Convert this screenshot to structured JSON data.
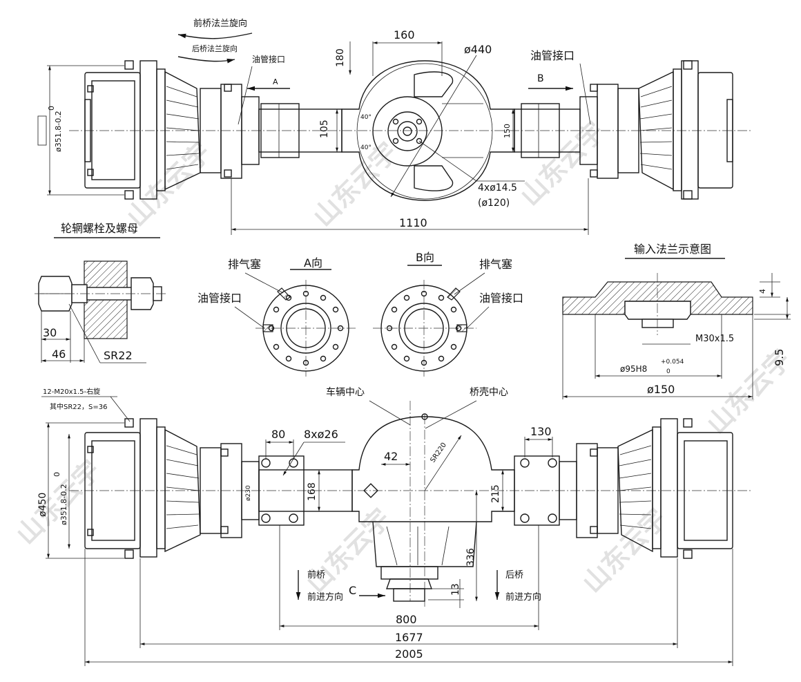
{
  "labels": {
    "front_flange_rotation": "前桥法兰旋向",
    "rear_flange_rotation": "后桥法兰旋向",
    "oil_port": "油管接口",
    "oil_port_right": "油管接口",
    "arrow_a": "A",
    "arrow_b": "B",
    "wheel_bolt_title": "轮辋螺栓及螺母",
    "view_a": "A向",
    "view_b": "B向",
    "breather_a": "排气塞",
    "breather_b": "排气塞",
    "oil_port_a": "油管接口",
    "oil_port_b": "油管接口",
    "input_flange_title": "输入法兰示意图",
    "bolt_spec_1": "12-M20x1.5-右旋",
    "bolt_spec_2": "其中SR22，S=36",
    "vehicle_center": "车辆中心",
    "housing_center": "桥壳中心",
    "front_axle": "前桥",
    "front_direction": "前进方向",
    "rear_axle": "后桥",
    "rear_direction": "前进方向",
    "view_c": "C"
  },
  "dimensions": {
    "d160": "160",
    "d440": "ø440",
    "d180": "180",
    "d105": "105",
    "d150_top": "150",
    "angle_40a": "40°",
    "angle_40b": "40°",
    "holes_4x": "4xø14.5",
    "pcd_120": "(ø120)",
    "d1110": "1110",
    "d3518_top": "ø351.8-0.2",
    "d0_top": "0",
    "d30": "30",
    "d46": "46",
    "sr22": "SR22",
    "d4": "4",
    "m30": "M30x1.5",
    "d95": "ø95H8",
    "d95_tol_up": "+0.054",
    "d95_tol_low": "0",
    "d150_flange": "ø150",
    "d9_5": "9.5",
    "d80": "80",
    "holes_8x": "8xø26",
    "d130": "130",
    "d42": "42",
    "sr220": "SR220",
    "d168": "168",
    "d215": "215",
    "d230": "ø230",
    "d450": "ø450",
    "d3518_bot": "ø351.8-0.2",
    "d0_bot": "0",
    "d336": "336",
    "d13": "13",
    "d800": "800",
    "d1677": "1677",
    "d2005": "2005"
  },
  "watermark": {
    "text_1": "山东云宇",
    "text_2": "山东云宇",
    "text_3": "山东云宇",
    "text_4": "山东云宇",
    "text_5": "山东云宇",
    "text_6": "山东云宇",
    "text_7": "山东云宇"
  }
}
